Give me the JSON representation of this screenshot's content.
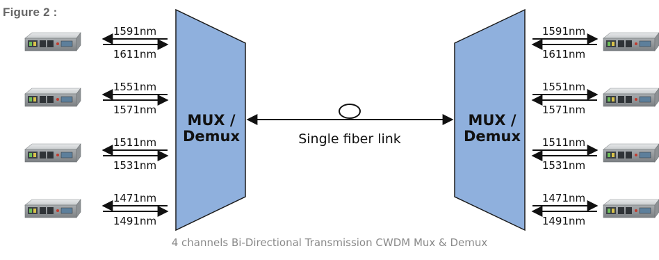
{
  "figure_label": "Figure 2 :",
  "caption": "4 channels Bi-Directional Transmission CWDM Mux & Demux",
  "mux_left": {
    "line1": "MUX /",
    "line2": "Demux"
  },
  "mux_right": {
    "line1": "MUX /",
    "line2": "Demux"
  },
  "link_label": "Single fiber link",
  "colors": {
    "mux_fill": "#8fb0dd",
    "mux_stroke": "#1b1b1b",
    "arrow": "#111111",
    "text": "#111111",
    "caption": "#8a8a8a",
    "device_body": "#bfc3c6"
  },
  "channels_left": [
    {
      "in": "1591nm",
      "out": "1611nm"
    },
    {
      "in": "1551nm",
      "out": "1571nm"
    },
    {
      "in": "1511nm",
      "out": "1531nm"
    },
    {
      "in": "1471nm",
      "out": "1491nm"
    }
  ],
  "channels_right": [
    {
      "in": "1591nm",
      "out": "1611nm"
    },
    {
      "in": "1551nm",
      "out": "1571nm"
    },
    {
      "in": "1511nm",
      "out": "1531nm"
    },
    {
      "in": "1471nm",
      "out": "1491nm"
    }
  ],
  "device_icon": "media-converter-icon"
}
